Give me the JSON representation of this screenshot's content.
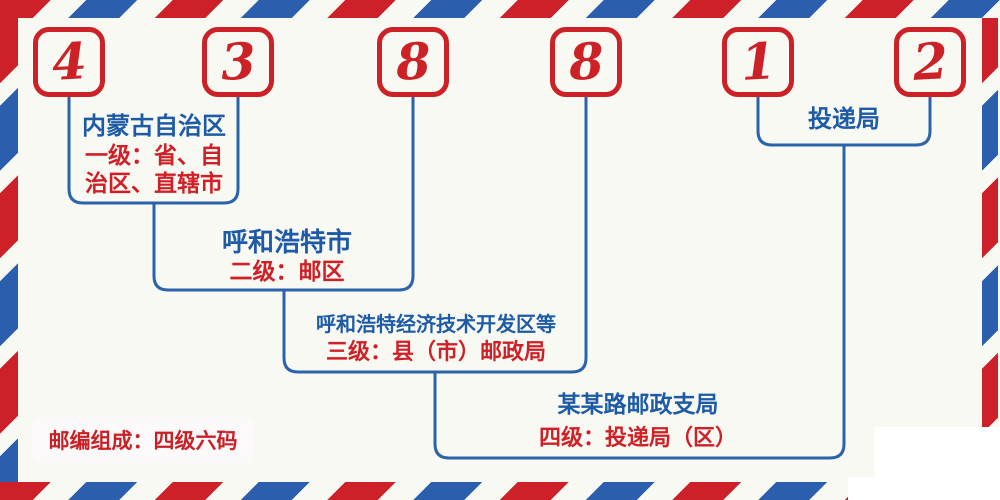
{
  "code": {
    "digits": [
      "4",
      "3",
      "8",
      "8",
      "1",
      "2"
    ]
  },
  "levels": {
    "level1": {
      "place": "内蒙古自治区",
      "desc_line1": "一级：省、自",
      "desc_line2": "治区、直辖市"
    },
    "level2": {
      "place": "呼和浩特市",
      "desc": "二级：邮区"
    },
    "level3": {
      "place": "呼和浩特经济技术开发区等",
      "desc": "三级：县（市）邮政局"
    },
    "level4": {
      "place": "某某路邮政支局",
      "desc": "四级：投递局（区）"
    },
    "delivery": {
      "label": "投递局"
    }
  },
  "footer": {
    "badge": "邮编组成：四级六码"
  },
  "colors": {
    "background": "#f8f9f2",
    "stripe_red": "#cd2028",
    "stripe_blue": "#2b5fae",
    "digit_red": "#cc2127",
    "connector_blue": "#2a62ab",
    "place_text_blue": "#1e5ba6",
    "desc_text_red": "#d02027",
    "badge_background": "#fcf9fa"
  }
}
